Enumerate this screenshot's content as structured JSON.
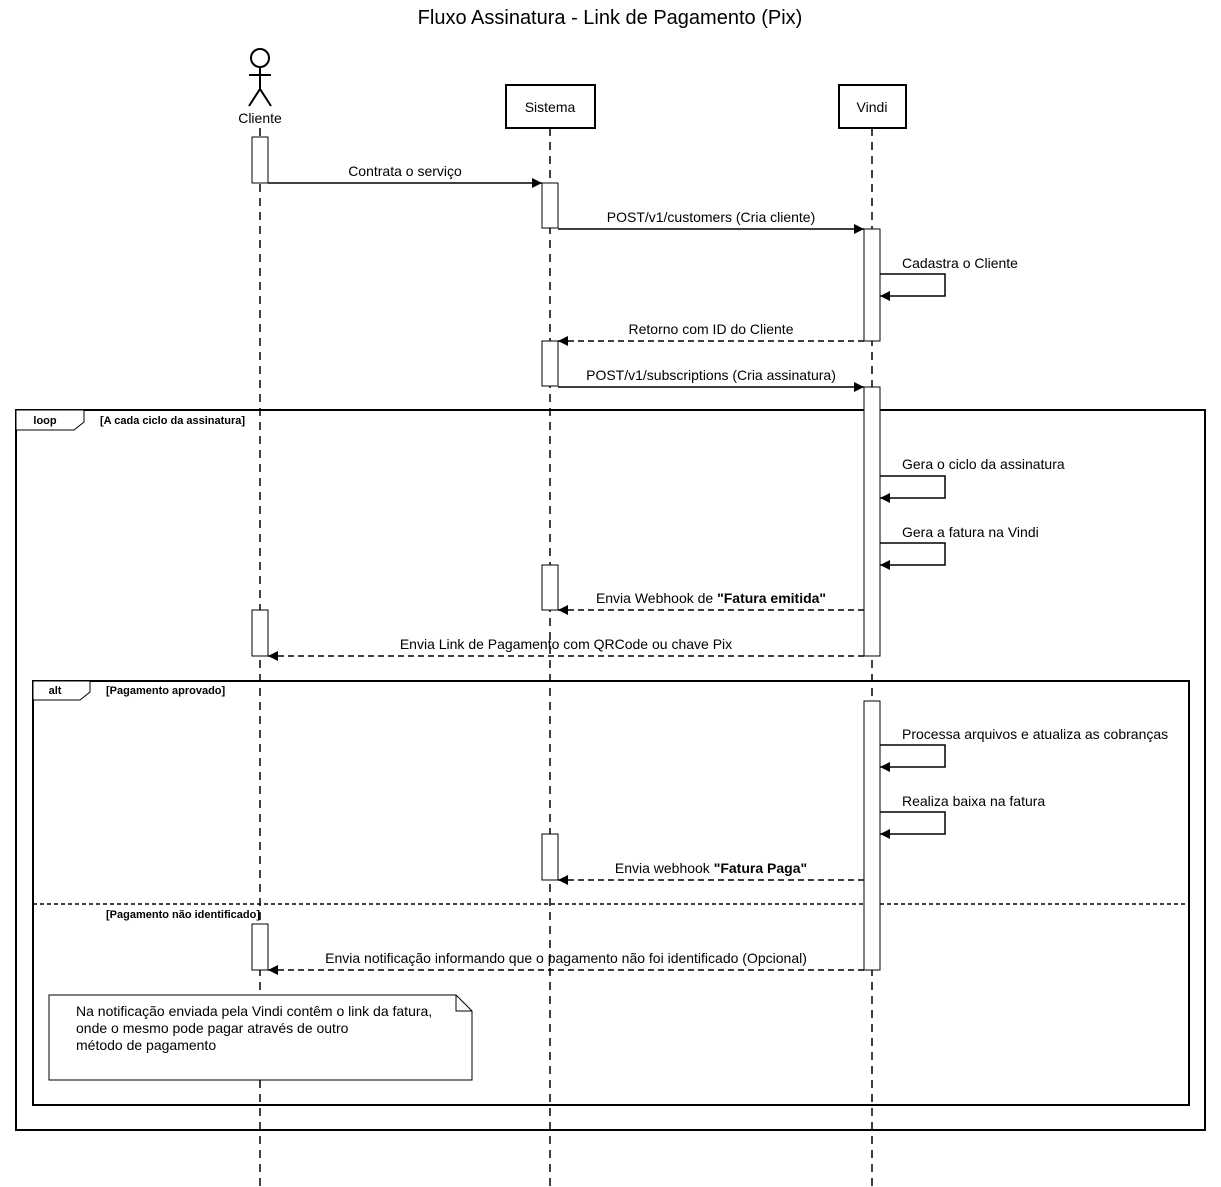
{
  "title": "Fluxo Assinatura - Link de Pagamento (Pix)",
  "participants": {
    "cliente": "Cliente",
    "sistema": "Sistema",
    "vindi": "Vindi"
  },
  "messages": {
    "m1": "Contrata o serviço",
    "m2": "POST/v1/customers (Cria cliente)",
    "m3": "Cadastra o Cliente",
    "m4": "Retorno com ID do Cliente",
    "m5": "POST/v1/subscriptions (Cria assinatura)",
    "m6": "Gera o ciclo da assinatura",
    "m7": "Gera a fatura na Vindi",
    "m8_prefix": "Envia Webhook de ",
    "m8_bold": "\"Fatura emitida\"",
    "m9": "Envia Link de Pagamento com QRCode ou chave Pix",
    "m10": "Processa arquivos e atualiza as cobranças",
    "m11": "Realiza baixa na fatura",
    "m12_prefix": "Envia webhook ",
    "m12_bold": "\"Fatura Paga\"",
    "m13": "Envia notificação informando que o pagamento não foi identificado (Opcional)"
  },
  "fragments": {
    "loop_tag": "loop",
    "loop_guard": "[A cada ciclo da assinatura]",
    "alt_tag": "alt",
    "alt_guard1": "[Pagamento aprovado]",
    "alt_guard2": "[Pagamento não identificado]"
  },
  "note": {
    "line1": "Na notificação enviada pela Vindi contêm o link da fatura,",
    "line2": "onde o mesmo pode pagar através de outro",
    "line3": "método de pagamento"
  }
}
